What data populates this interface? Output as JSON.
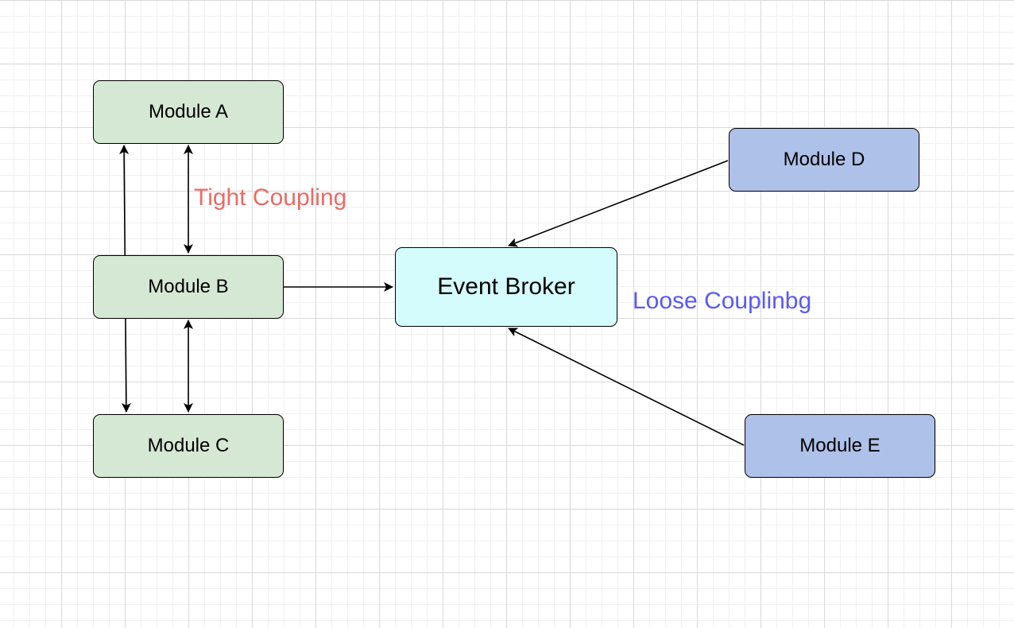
{
  "nodes": {
    "module_a": "Module A",
    "module_b": "Module B",
    "module_c": "Module C",
    "module_d": "Module D",
    "module_e": "Module E",
    "event_broker": "Event Broker"
  },
  "annotations": {
    "tight": "Tight Coupling",
    "loose": "Loose Couplinbg"
  },
  "colors": {
    "tight_module_fill": "#d5e8d4",
    "loose_module_fill": "#aec1e8",
    "broker_fill": "#d4fcfc",
    "tight_label": "#ea6b66",
    "loose_label": "#5a5af5",
    "stroke": "#000000"
  }
}
